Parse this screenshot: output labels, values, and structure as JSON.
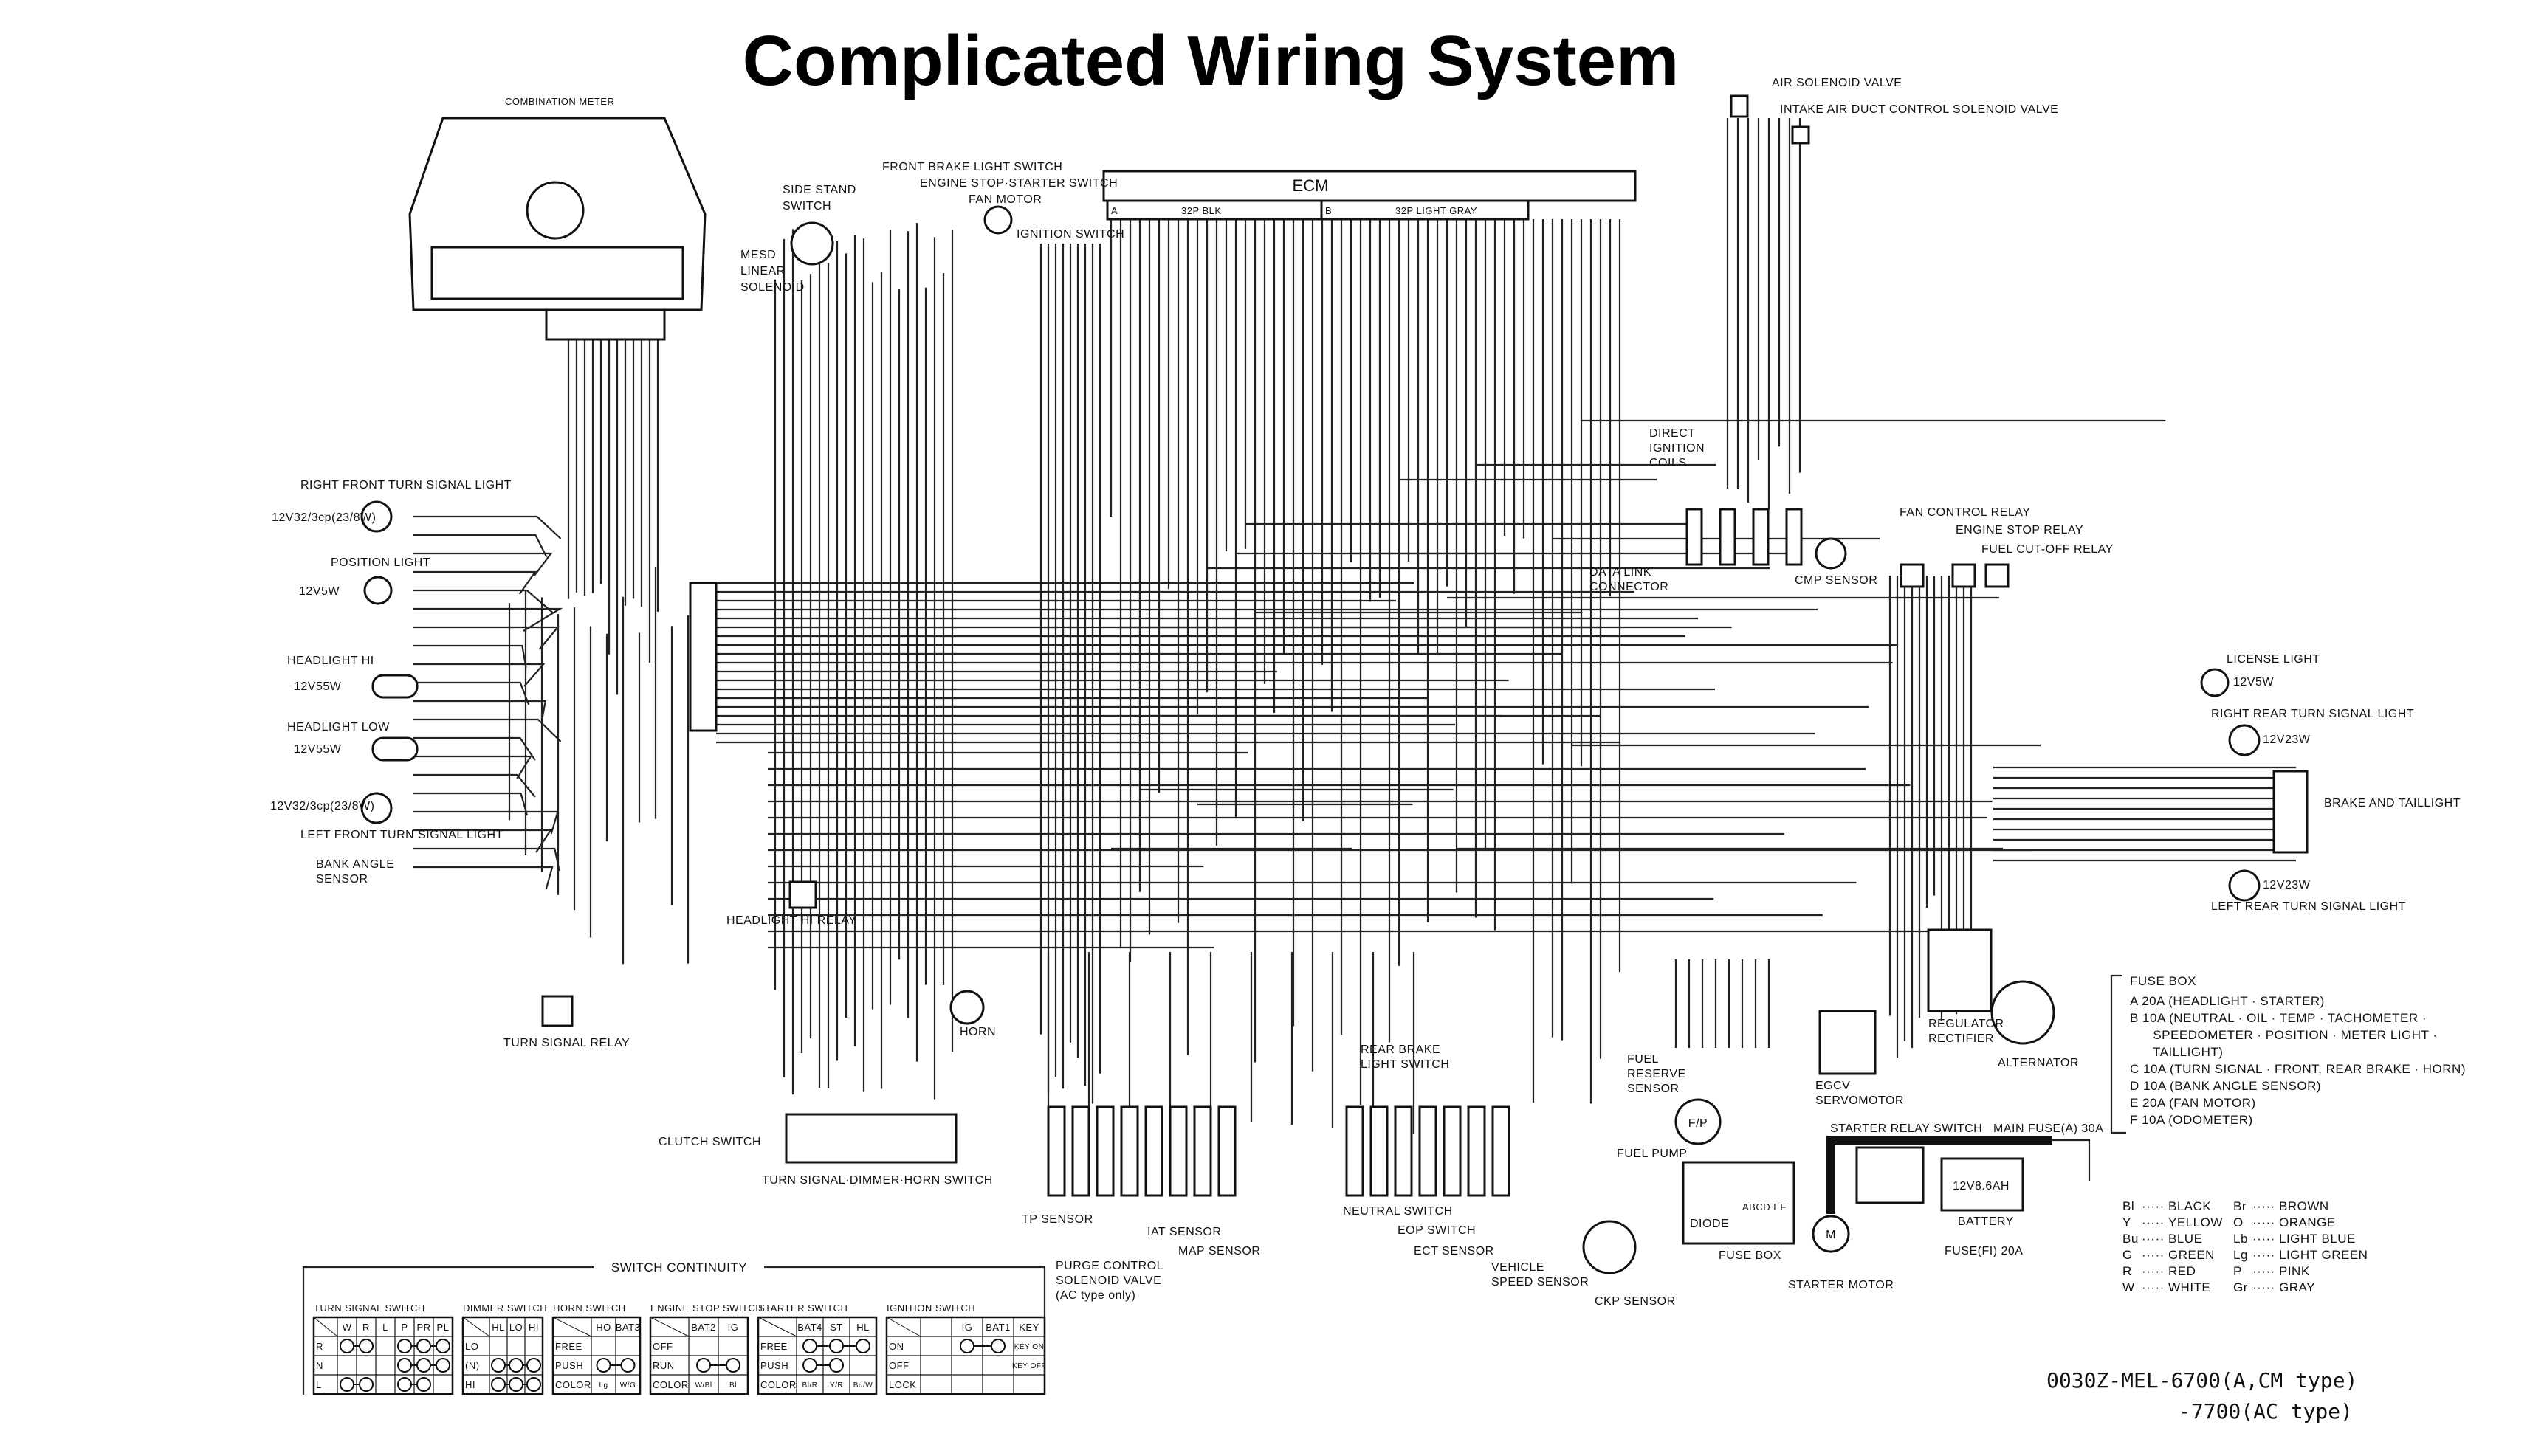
{
  "title": "Complicated Wiring System",
  "ecm": {
    "label": "ECM",
    "connector_a": "A",
    "connector_a_label": "32P BLK",
    "connector_b": "B",
    "connector_b_label": "32P LIGHT GRAY"
  },
  "components": {
    "combination_meter": "COMBINATION METER",
    "side_stand_switch_1": "SIDE STAND",
    "side_stand_switch_2": "SWITCH",
    "front_brake_light_switch": "FRONT BRAKE LIGHT SWITCH",
    "engine_stop_starter_switch": "ENGINE STOP·STARTER SWITCH",
    "fan_motor": "FAN MOTOR",
    "mesd_1": "MESD",
    "mesd_2": "LINEAR",
    "mesd_3": "SOLENOID",
    "ignition_switch": "IGNITION SWITCH",
    "air_solenoid_valve": "AIR SOLENOID VALVE",
    "intake_air_duct": "INTAKE AIR DUCT CONTROL SOLENOID VALVE",
    "right_front_turn": "RIGHT FRONT TURN SIGNAL LIGHT",
    "right_front_turn_rating": "12V32/3cp(23/8W)",
    "position_light": "POSITION LIGHT",
    "position_light_rating": "12V5W",
    "headlight_hi": "HEADLIGHT HI",
    "headlight_hi_rating": "12V55W",
    "headlight_low": "HEADLIGHT LOW",
    "headlight_low_rating": "12V55W",
    "left_front_turn_rating": "12V32/3cp(23/8W)",
    "left_front_turn": "LEFT FRONT TURN SIGNAL LIGHT",
    "bank_angle_1": "BANK ANGLE",
    "bank_angle_2": "SENSOR",
    "headlight_hi_relay": "HEADLIGHT HI RELAY",
    "turn_signal_relay": "TURN SIGNAL RELAY",
    "horn": "HORN",
    "clutch_switch": "CLUTCH SWITCH",
    "turn_dimmer_horn_switch": "TURN SIGNAL·DIMMER·HORN SWITCH",
    "tp_sensor": "TP SENSOR",
    "purge_1": "PURGE CONTROL",
    "purge_2": "SOLENOID VALVE",
    "purge_3": "(AC type only)",
    "iat_sensor": "IAT SENSOR",
    "map_sensor": "MAP SENSOR",
    "neutral_switch": "NEUTRAL SWITCH",
    "eop_switch": "EOP SWITCH",
    "ect_sensor": "ECT SENSOR",
    "vehicle_speed_1": "VEHICLE",
    "vehicle_speed_2": "SPEED SENSOR",
    "ckp_sensor": "CKP SENSOR",
    "rear_brake_1": "REAR BRAKE",
    "rear_brake_2": "LIGHT SWITCH",
    "fuel_reserve_1": "FUEL",
    "fuel_reserve_2": "RESERVE",
    "fuel_reserve_3": "SENSOR",
    "fuel_pump": "FUEL PUMP",
    "fuel_pump_symbol": "F/P",
    "diode": "DIODE",
    "fuse_box": "FUSE BOX",
    "fuse_box_letters": "ABCD EF",
    "starter_motor": "STARTER MOTOR",
    "motor_symbol": "M",
    "starter_relay_switch": "STARTER RELAY SWITCH",
    "main_fuse": "MAIN FUSE(A) 30A",
    "battery_rating": "12V8.6AH",
    "battery": "BATTERY",
    "fuse_fi": "FUSE(FI) 20A",
    "egcv_1": "EGCV",
    "egcv_2": "SERVOMOTOR",
    "regulator_1": "REGULATOR",
    "regulator_2": "RECTIFIER",
    "alternator": "ALTERNATOR",
    "ignition_coils_1": "DIRECT",
    "ignition_coils_2": "IGNITION",
    "ignition_coils_3": "COILS",
    "data_link_1": "DATA LINK",
    "data_link_2": "CONNECTOR",
    "cmp_sensor": "CMP SENSOR",
    "fan_control_relay": "FAN CONTROL RELAY",
    "engine_stop_relay": "ENGINE STOP RELAY",
    "fuel_cut_off_relay": "FUEL CUT-OFF RELAY",
    "license_light": "LICENSE LIGHT",
    "license_light_rating": "12V5W",
    "right_rear_turn": "RIGHT REAR TURN SIGNAL LIGHT",
    "right_rear_turn_rating": "12V23W",
    "brake_taillight": "BRAKE AND TAILLIGHT",
    "left_rear_turn_rating": "12V23W",
    "left_rear_turn": "LEFT REAR TURN SIGNAL LIGHT"
  },
  "fuse_legend": {
    "title": "FUSE BOX",
    "items": [
      "A 20A (HEADLIGHT · STARTER)",
      "B 10A (NEUTRAL · OIL · TEMP · TACHOMETER ·",
      "      SPEEDOMETER · POSITION · METER LIGHT ·",
      "      TAILLIGHT)",
      "C 10A (TURN SIGNAL · FRONT, REAR BRAKE · HORN)",
      "D 10A (BANK ANGLE SENSOR)",
      "E 20A (FAN MOTOR)",
      "F 10A (ODOMETER)"
    ]
  },
  "color_codes": [
    {
      "code": "Bl",
      "color": "BLACK"
    },
    {
      "code": "Br",
      "color": "BROWN"
    },
    {
      "code": "Y",
      "color": "YELLOW"
    },
    {
      "code": "O",
      "color": "ORANGE"
    },
    {
      "code": "Bu",
      "color": "BLUE"
    },
    {
      "code": "Lb",
      "color": "LIGHT BLUE"
    },
    {
      "code": "G",
      "color": "GREEN"
    },
    {
      "code": "Lg",
      "color": "LIGHT GREEN"
    },
    {
      "code": "R",
      "color": "RED"
    },
    {
      "code": "P",
      "color": "PINK"
    },
    {
      "code": "W",
      "color": "WHITE"
    },
    {
      "code": "Gr",
      "color": "GRAY"
    }
  ],
  "part_number": {
    "line1": "0030Z-MEL-6700(A,CM type)",
    "line2": "-7700(AC type)"
  },
  "switch_continuity": {
    "title": "SWITCH CONTINUITY",
    "tables": [
      {
        "name": "TURN SIGNAL SWITCH",
        "columns": [
          "W",
          "R",
          "L",
          "P",
          "PR",
          "PL"
        ],
        "rows": [
          {
            "label": "R",
            "links": [
              [
                0,
                1
              ],
              [
                3,
                5
              ]
            ]
          },
          {
            "label": "N",
            "links": [
              [
                3,
                5
              ]
            ]
          },
          {
            "label": "L",
            "links": [
              [
                0,
                1
              ],
              [
                3,
                4
              ]
            ]
          }
        ]
      },
      {
        "name": "DIMMER SWITCH",
        "columns": [
          "HL",
          "LO",
          "HI"
        ],
        "rows": [
          {
            "label": "LO",
            "links": []
          },
          {
            "label": "(N)",
            "links": [
              [
                0,
                2
              ]
            ]
          },
          {
            "label": "HI",
            "links": [
              [
                0,
                2
              ]
            ]
          }
        ]
      },
      {
        "name": "HORN SWITCH",
        "columns": [
          "HO",
          "BAT3"
        ],
        "rows": [
          {
            "label": "FREE",
            "links": []
          },
          {
            "label": "PUSH",
            "links": [
              [
                0,
                1
              ]
            ]
          },
          {
            "label": "COLOR",
            "cells": [
              "Lg",
              "W/G"
            ]
          }
        ]
      },
      {
        "name": "ENGINE STOP SWITCH",
        "columns": [
          "BAT2",
          "IG"
        ],
        "rows": [
          {
            "label": "OFF",
            "links": []
          },
          {
            "label": "RUN",
            "links": [
              [
                0,
                1
              ]
            ]
          },
          {
            "label": "COLOR",
            "cells": [
              "W/Bl",
              "Bl"
            ]
          }
        ]
      },
      {
        "name": "STARTER SWITCH",
        "columns": [
          "BAT4",
          "ST",
          "HL"
        ],
        "rows": [
          {
            "label": "FREE",
            "links": [
              [
                0,
                2
              ]
            ]
          },
          {
            "label": "PUSH",
            "links": [
              [
                0,
                1
              ]
            ]
          },
          {
            "label": "COLOR",
            "cells": [
              "Bl/R",
              "Y/R",
              "Bu/W"
            ]
          }
        ]
      },
      {
        "name": "IGNITION SWITCH",
        "columns": [
          "",
          "IG",
          "BAT1",
          "KEY"
        ],
        "rows": [
          {
            "label": "ON",
            "links": [
              [
                1,
                2
              ]
            ],
            "cells": [
              "",
              "",
              "",
              "KEY ON"
            ]
          },
          {
            "label": "OFF",
            "links": [],
            "cells": [
              "",
              "",
              "",
              "KEY OFF"
            ]
          },
          {
            "label": "LOCK",
            "links": []
          }
        ]
      }
    ]
  }
}
